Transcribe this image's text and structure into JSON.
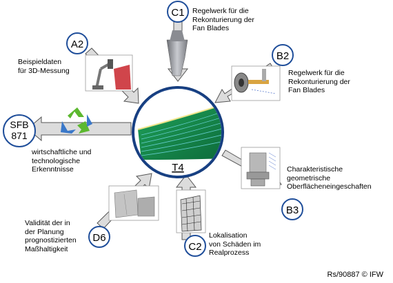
{
  "center": {
    "label": "T4"
  },
  "nodes": {
    "c1": {
      "badge": "C1",
      "lines": [
        "Regelwerk für die",
        "Rekonturierung der",
        "Fan Blades"
      ]
    },
    "a2": {
      "badge": "A2",
      "lines": [
        "Beispieldaten",
        "für 3D-Messung"
      ]
    },
    "b2": {
      "badge": "B2",
      "lines": [
        "Regelwerk für die",
        "Rekonturierung der",
        "Fan Blades"
      ]
    },
    "sfb": {
      "badge_line1": "SFB",
      "badge_line2": "871",
      "lines": [
        "wirtschaftliche und",
        "technologische",
        "Erkenntnisse"
      ]
    },
    "b3": {
      "badge": "B3",
      "lines": [
        "Charakteristische",
        "geometrische",
        "Oberflächeneingeschaften"
      ]
    },
    "d6": {
      "badge": "D6",
      "lines": [
        "Validität der in",
        "der Planung",
        "prognostizierten",
        "Maßhaltigkeit"
      ]
    },
    "c2": {
      "badge": "C2",
      "lines": [
        "Lokalisation",
        "von Schäden im",
        "Realprozess"
      ]
    }
  },
  "footer": {
    "ref": "Rs/90887 © IFW"
  },
  "colors": {
    "badge_stroke": "#1f4e9a",
    "arrow_fill": "#dcdcdc",
    "arrow_stroke": "#555555",
    "blade_green": "#1e8a4a"
  }
}
